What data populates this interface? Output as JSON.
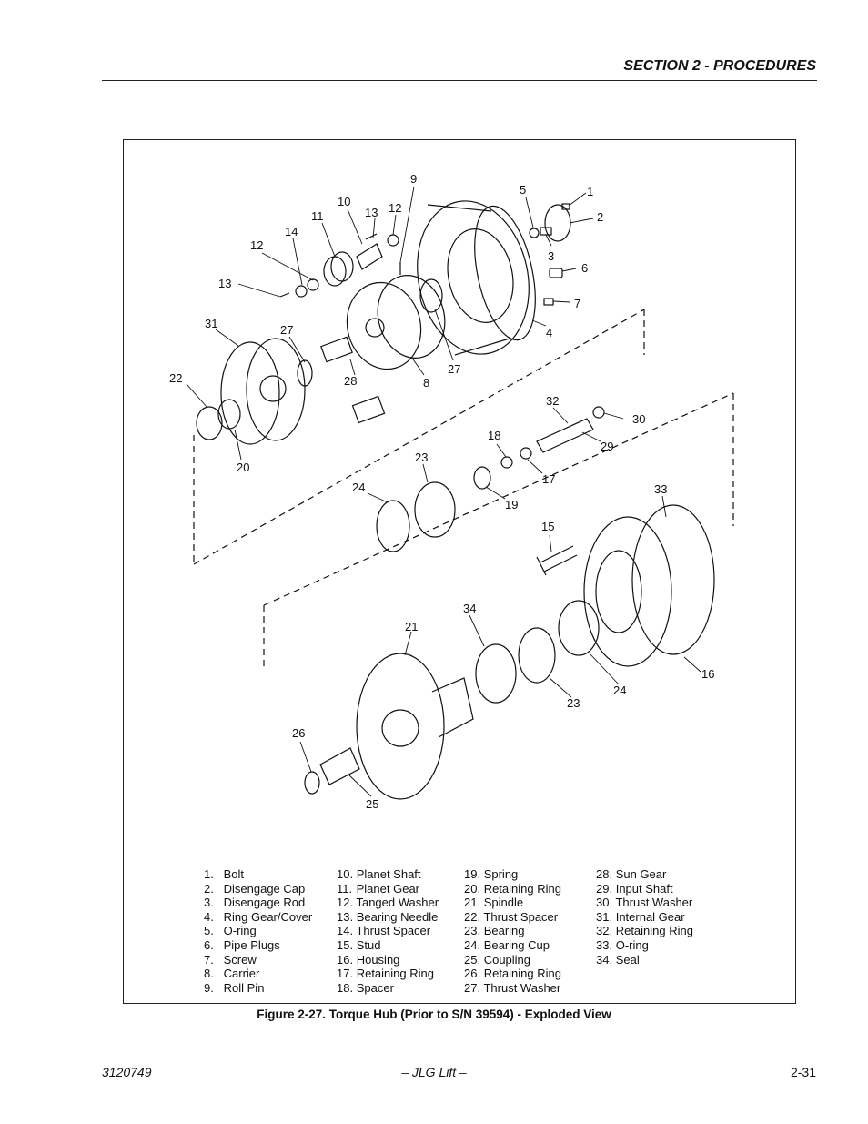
{
  "header": {
    "section_title": "SECTION 2 - PROCEDURES"
  },
  "figure": {
    "callouts": {
      "c9": "9",
      "c5": "5",
      "c1": "1",
      "c10": "10",
      "c13a": "13",
      "c12a": "12",
      "c2": "2",
      "c11": "11",
      "c14": "14",
      "c12b": "12",
      "c3": "3",
      "c6": "6",
      "c13b": "13",
      "c7": "7",
      "c31": "31",
      "c27a": "27",
      "c4": "4",
      "c22": "22",
      "c27b": "27",
      "c28": "28",
      "c8": "8",
      "c32": "32",
      "c30": "30",
      "c29": "29",
      "c20": "20",
      "c18": "18",
      "c23a": "23",
      "c17": "17",
      "c24a": "24",
      "c19": "19",
      "c33": "33",
      "c15": "15",
      "c34": "34",
      "c21": "21",
      "c16": "16",
      "c24b": "24",
      "c23b": "23",
      "c26": "26",
      "c25": "25"
    },
    "caption": "Figure 2-27.  Torque Hub (Prior to S/N 39594) - Exploded View"
  },
  "parts_list": {
    "col1": [
      {
        "n": "1.",
        "name": "Bolt"
      },
      {
        "n": "2.",
        "name": "Disengage Cap"
      },
      {
        "n": "3.",
        "name": "Disengage Rod"
      },
      {
        "n": "4.",
        "name": "Ring Gear/Cover"
      },
      {
        "n": "5.",
        "name": "O-ring"
      },
      {
        "n": "6.",
        "name": "Pipe Plugs"
      },
      {
        "n": "7.",
        "name": "Screw"
      },
      {
        "n": "8.",
        "name": "Carrier"
      },
      {
        "n": "9.",
        "name": "Roll Pin"
      }
    ],
    "col2": [
      {
        "n": "10.",
        "name": "Planet Shaft"
      },
      {
        "n": "11.",
        "name": "Planet Gear"
      },
      {
        "n": "12.",
        "name": "Tanged Washer"
      },
      {
        "n": "13.",
        "name": "Bearing Needle"
      },
      {
        "n": "14.",
        "name": "Thrust Spacer"
      },
      {
        "n": "15.",
        "name": "Stud"
      },
      {
        "n": "16.",
        "name": "Housing"
      },
      {
        "n": "17.",
        "name": "Retaining Ring"
      },
      {
        "n": "18.",
        "name": "Spacer"
      }
    ],
    "col3": [
      {
        "n": "19.",
        "name": "Spring"
      },
      {
        "n": "20.",
        "name": "Retaining Ring"
      },
      {
        "n": "21.",
        "name": "Spindle"
      },
      {
        "n": "22.",
        "name": "Thrust Spacer"
      },
      {
        "n": "23.",
        "name": "Bearing"
      },
      {
        "n": "24.",
        "name": "Bearing Cup"
      },
      {
        "n": "25.",
        "name": "Coupling"
      },
      {
        "n": "26.",
        "name": "Retaining Ring"
      },
      {
        "n": "27.",
        "name": "Thrust Washer"
      }
    ],
    "col4": [
      {
        "n": "28.",
        "name": "Sun Gear"
      },
      {
        "n": "29.",
        "name": "Input Shaft"
      },
      {
        "n": "30.",
        "name": "Thrust Washer"
      },
      {
        "n": "31.",
        "name": "Internal Gear"
      },
      {
        "n": "32.",
        "name": "Retaining Ring"
      },
      {
        "n": "33.",
        "name": "O-ring"
      },
      {
        "n": "34.",
        "name": "Seal"
      }
    ]
  },
  "footer": {
    "doc_number": "3120749",
    "center": "– JLG Lift –",
    "page": "2-31"
  }
}
